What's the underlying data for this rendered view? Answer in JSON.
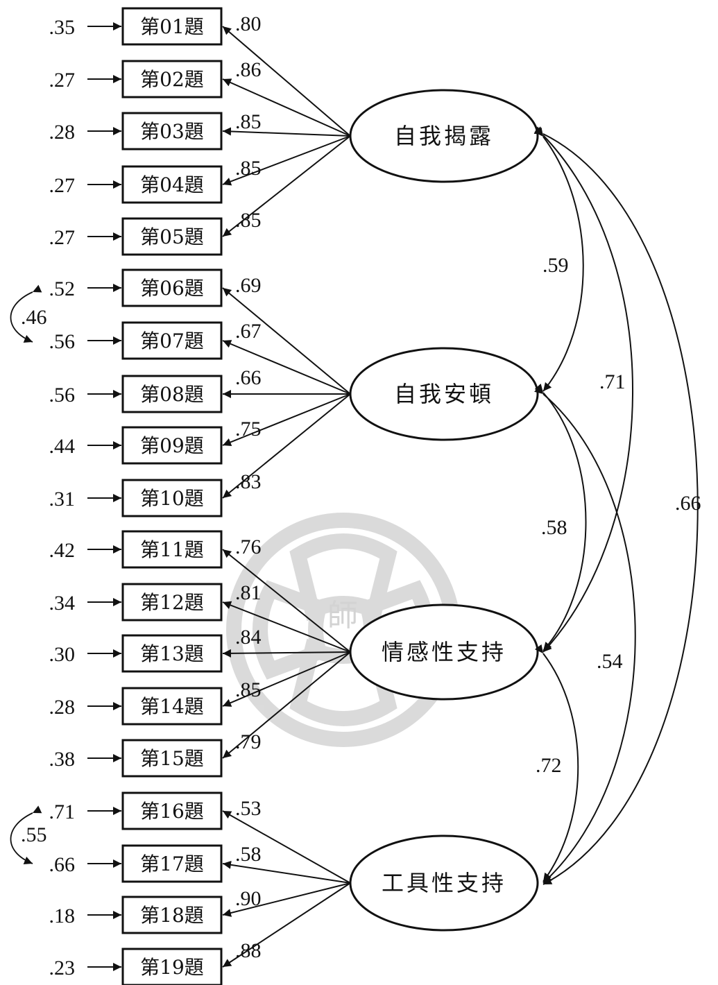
{
  "items": [
    {
      "label": "第01題",
      "error": ".35",
      "loading": ".80"
    },
    {
      "label": "第02題",
      "error": ".27",
      "loading": ".86"
    },
    {
      "label": "第03題",
      "error": ".28",
      "loading": ".85"
    },
    {
      "label": "第04題",
      "error": ".27",
      "loading": ".85"
    },
    {
      "label": "第05題",
      "error": ".27",
      "loading": ".85"
    },
    {
      "label": "第06題",
      "error": ".52",
      "loading": ".69"
    },
    {
      "label": "第07題",
      "error": ".56",
      "loading": ".67"
    },
    {
      "label": "第08題",
      "error": ".56",
      "loading": ".66"
    },
    {
      "label": "第09題",
      "error": ".44",
      "loading": ".75"
    },
    {
      "label": "第10題",
      "error": ".31",
      "loading": ".83"
    },
    {
      "label": "第11題",
      "error": ".42",
      "loading": ".76"
    },
    {
      "label": "第12題",
      "error": ".34",
      "loading": ".81"
    },
    {
      "label": "第13題",
      "error": ".30",
      "loading": ".84"
    },
    {
      "label": "第14題",
      "error": ".28",
      "loading": ".85"
    },
    {
      "label": "第15題",
      "error": ".38",
      "loading": ".79"
    },
    {
      "label": "第16題",
      "error": ".71",
      "loading": ".53"
    },
    {
      "label": "第17題",
      "error": ".66",
      "loading": ".58"
    },
    {
      "label": "第18題",
      "error": ".18",
      "loading": ".90"
    },
    {
      "label": "第19題",
      "error": ".23",
      "loading": ".88"
    }
  ],
  "factors": [
    {
      "label": "自我揭露"
    },
    {
      "label": "自我安頓"
    },
    {
      "label": "情感性支持"
    },
    {
      "label": "工具性支持"
    }
  ],
  "factor_correlations": [
    {
      "between": [
        "自我揭露",
        "自我安頓"
      ],
      "value": ".59"
    },
    {
      "between": [
        "自我揭露",
        "情感性支持"
      ],
      "value": ".71"
    },
    {
      "between": [
        "自我揭露",
        "工具性支持"
      ],
      "value": ".66"
    },
    {
      "between": [
        "自我安頓",
        "情感性支持"
      ],
      "value": ".58"
    },
    {
      "between": [
        "自我安頓",
        "工具性支持"
      ],
      "value": ".54"
    },
    {
      "between": [
        "情感性支持",
        "工具性支持"
      ],
      "value": ".72"
    }
  ],
  "error_correlations": [
    {
      "between": [
        "第06題",
        "第07題"
      ],
      "value": ".46"
    },
    {
      "between": [
        "第16題",
        "第17題"
      ],
      "value": ".55"
    }
  ],
  "watermark": {
    "text": "師"
  },
  "colors": {
    "line": "#111111",
    "watermark": "#d7d7d7"
  }
}
